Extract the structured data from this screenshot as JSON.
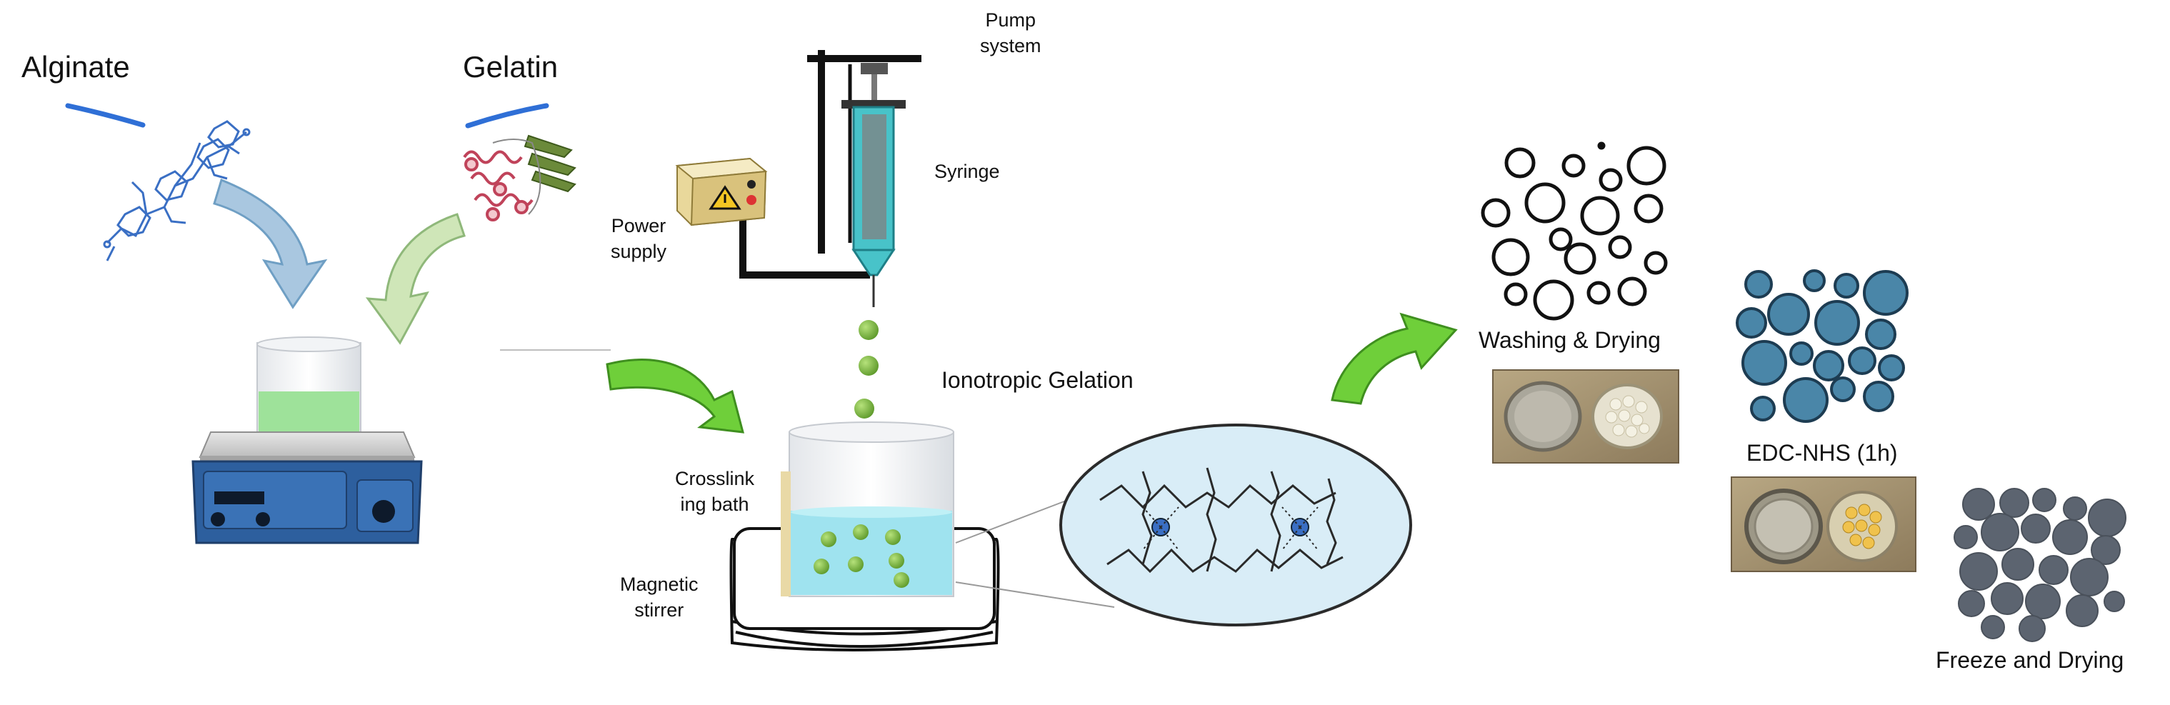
{
  "labels": {
    "alginate": "Alginate",
    "gelatin": "Gelatin",
    "pump_system_line1": "Pump",
    "pump_system_line2": "system",
    "syringe": "Syringe",
    "power_supply_line1": "Power",
    "power_supply_line2": "supply",
    "ionotropic_gelation": "Ionotropic  Gelation",
    "crosslinking_bath_line1": "Crosslink",
    "crosslinking_bath_line2": "ing bath",
    "magnetic_stirrer_line1": "Magnetic",
    "magnetic_stirrer_line2": "stirrer",
    "washing_drying": "Washing & Drying",
    "edc_nhs": "EDC-NHS (1h)",
    "freeze_drying": "Freeze and Drying"
  },
  "colors": {
    "alginate_molecule": "#3a6fc4",
    "gelatin_helix": "#c0435a",
    "gelatin_strand": "#6b8a3a",
    "blue_arrow": "#a9c7e0",
    "green_arrow": "#6fcf3a",
    "hotplate_body": "#2d5f9e",
    "solution_green": "#9ee29a",
    "bath_liquid": "#9fe3ef",
    "bead_green": "#7fbf3f",
    "syringe_barrel": "#48c3c9",
    "power_box": "#e9d89b",
    "crosslink_network": "#d9edf7",
    "edc_bead_fill": "#4a86a8",
    "freeze_dried_fill": "#5c6470",
    "photo_background": "#a2906f"
  },
  "icons": [
    "hot-plate-stirrer-icon",
    "syringe-icon",
    "power-supply-icon",
    "warning-icon",
    "magnetic-stirrer-icon",
    "beaker-icon"
  ]
}
